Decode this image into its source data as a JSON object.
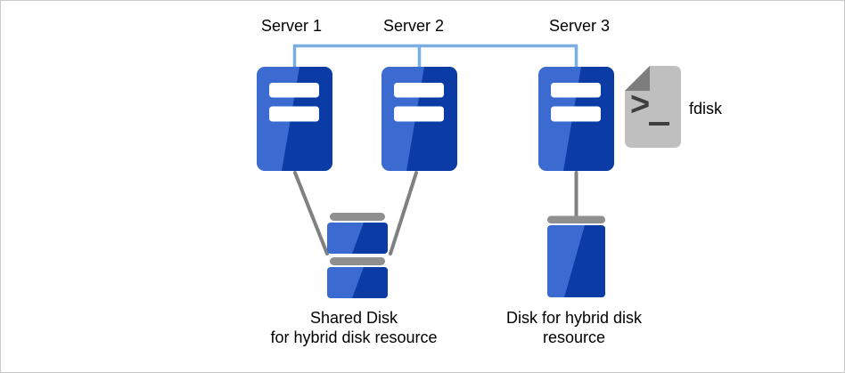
{
  "palette": {
    "icon-light": "#3B6BD1",
    "icon-dark": "#0B3CA6",
    "cap-gray": "#8F8F8F",
    "line-gray": "#808080",
    "conn-blue": "#7AAEE0",
    "doc-gray": "#BFBFBF",
    "fold-gray": "#7D7D7D",
    "prompt-dark": "#3F3F3F",
    "border": "#C9C9C9",
    "text": "#000000"
  },
  "diagram": {
    "servers": [
      {
        "label": "Server 1"
      },
      {
        "label": "Server 2"
      },
      {
        "label": "Server 3"
      }
    ],
    "tool": {
      "label": "fdisk"
    },
    "shared_disk": {
      "caption_line1": "Shared Disk",
      "caption_line2": "for hybrid disk resource"
    },
    "hybrid_disk": {
      "caption_line1": "Disk for hybrid disk",
      "caption_line2": "resource"
    }
  }
}
